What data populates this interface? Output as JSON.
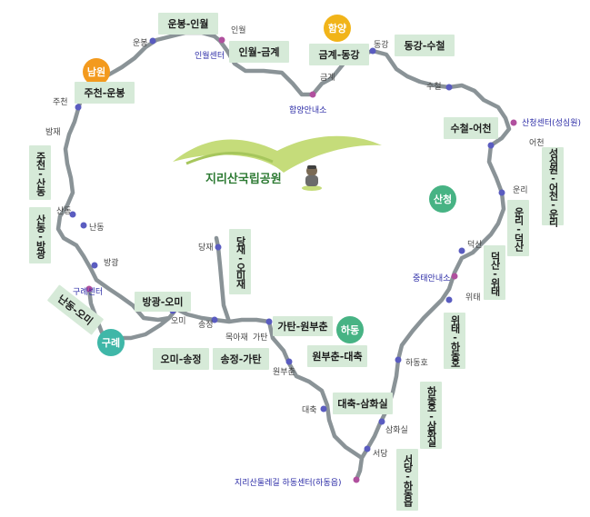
{
  "map": {
    "park_name": "지리산국립공원",
    "colors": {
      "trail": "#8a9397",
      "label_bg": "#d6ead8",
      "node": "#5a5cc0",
      "center_node": "#b0509e",
      "badge_orange": "#f39a1e",
      "badge_yellow": "#f1b419",
      "badge_green": "#47b384",
      "badge_teal": "#3fb7a8"
    }
  },
  "regions": [
    {
      "id": "namwon",
      "name": "남원",
      "color": "#f39a1e"
    },
    {
      "id": "hamyang",
      "name": "함양",
      "color": "#f1b419"
    },
    {
      "id": "sancheong",
      "name": "산청",
      "color": "#47b384"
    },
    {
      "id": "hadong",
      "name": "하동",
      "color": "#47b384"
    },
    {
      "id": "gurye",
      "name": "구례",
      "color": "#3fb7a8"
    }
  ],
  "segments": [
    "운봉-인월",
    "인월-금계",
    "금계-동강",
    "동강-수철",
    "주천-운봉",
    "수철-어천",
    "성심원-어천-운리",
    "주천-산동",
    "산동-방광",
    "운리-덕산",
    "덕산-위태",
    "난동-오미",
    "방광-오미",
    "당재-오미재",
    "가탄-원부춘",
    "원부춘-대축",
    "오미-송정",
    "송정-가탄",
    "위태-하동호",
    "대축-삼화실",
    "하동호-삼화실",
    "서당-하동읍"
  ],
  "towns": [
    "인월",
    "운봉",
    "동강",
    "금계",
    "수철",
    "주천",
    "어천",
    "밤재",
    "운리",
    "산동",
    "난동",
    "방광",
    "당재",
    "덕산",
    "위태",
    "오미",
    "송정",
    "목아재",
    "가탄",
    "하동호",
    "원부춘",
    "대축",
    "삼화실",
    "서당"
  ],
  "centers": [
    "인월센터",
    "함양안내소",
    "산청센터(성심원)",
    "중태안내소",
    "구례센터",
    "지리산둘레길 하동센터(하동읍)"
  ]
}
